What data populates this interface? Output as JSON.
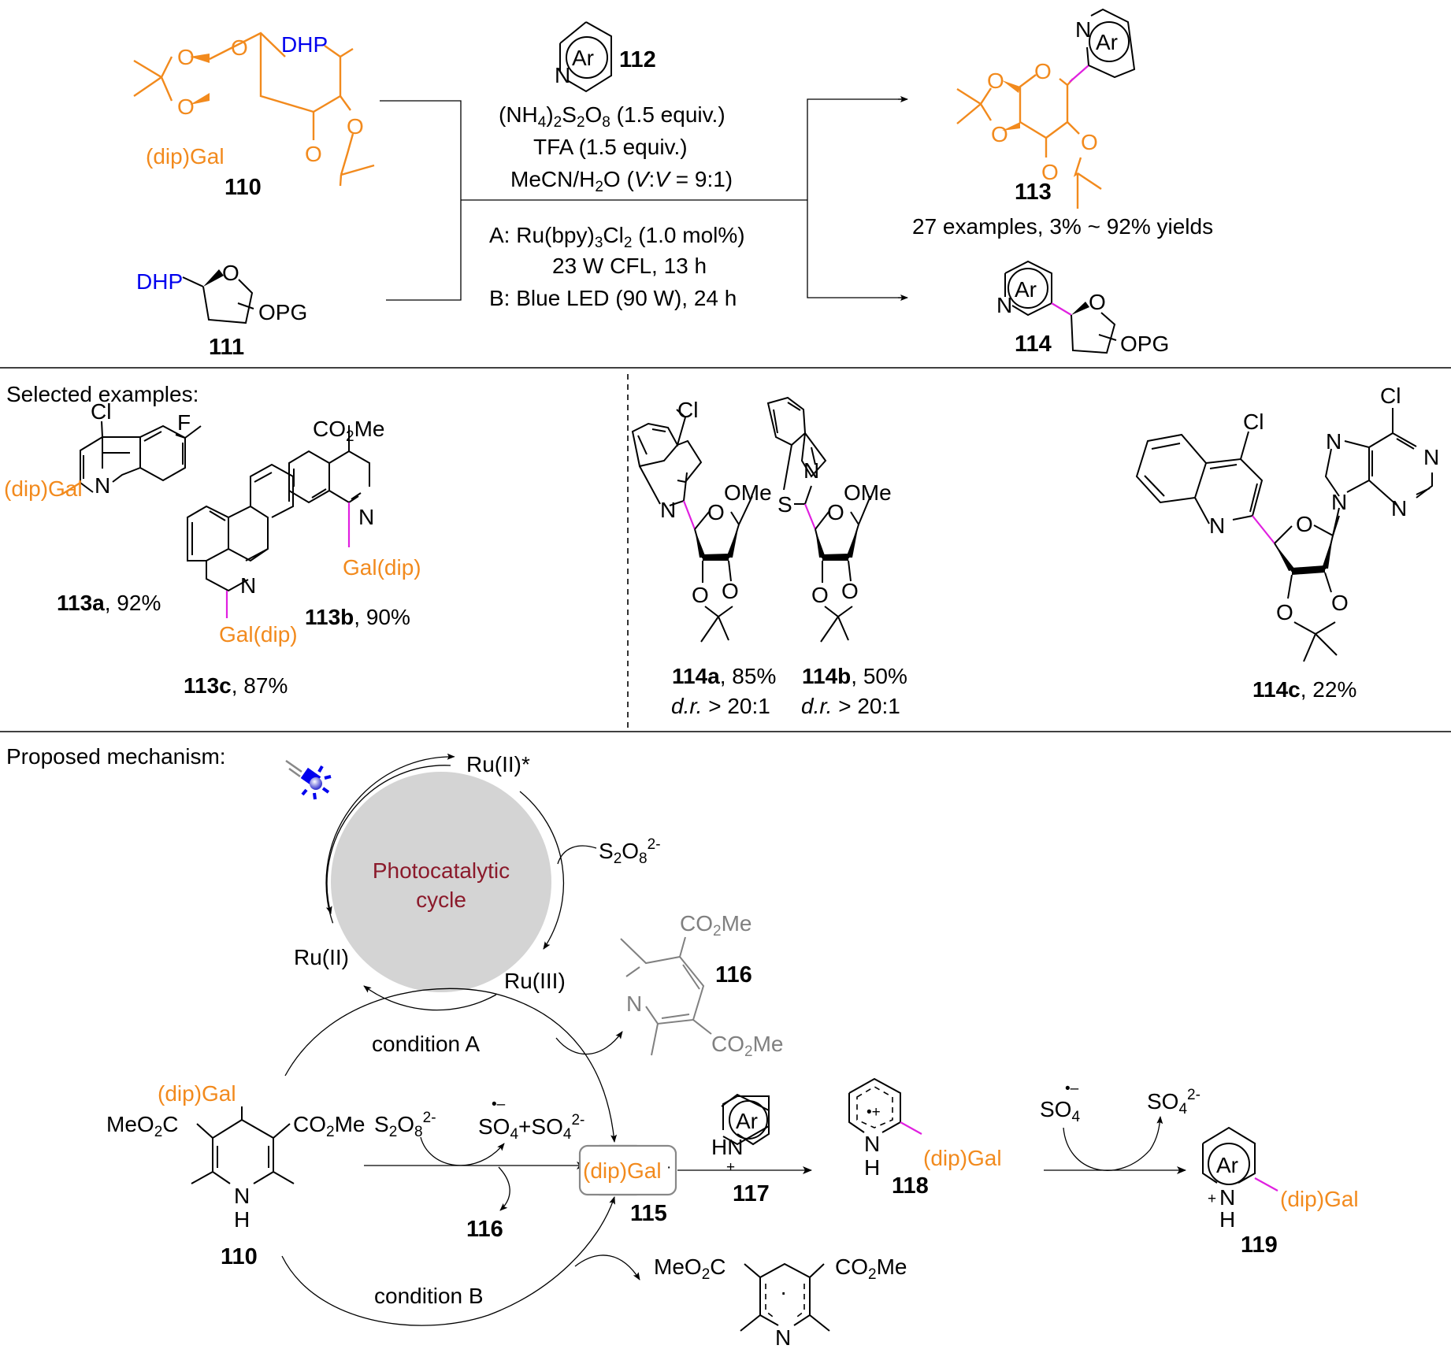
{
  "scheme": {
    "top": {
      "reactant_110": {
        "label": "110",
        "substituent": "DHP",
        "group": "(dip)Gal"
      },
      "reactant_111": {
        "label": "111",
        "substituent": "DHP",
        "group": "OPG"
      },
      "reagent_112": {
        "label": "112",
        "ring": "Ar",
        "atom": "N"
      },
      "conditions_upper": [
        {
          "main": "(NH",
          "s1": "4",
          "m2": ")",
          "s2": "2",
          "m3": "S",
          "s3": "2",
          "m4": "O",
          "s4": "8",
          "tail": " (1.5 equiv.)"
        },
        {
          "text": "TFA (1.5 equiv.)"
        },
        {
          "pre": "MeCN/H",
          "sub": "2",
          "mid": "O (",
          "ital1": "V",
          "colon": ":",
          "ital2": "V",
          "tail": " = 9:1)"
        }
      ],
      "conditions_lower": {
        "a_pre": "A: Ru(bpy)",
        "a_s1": "3",
        "a_mid": "Cl",
        "a_s2": "2",
        "a_tail": " (1.0 mol%)",
        "a_line2": "23 W CFL, 13 h",
        "b_line": "B: Blue LED (90 W), 24 h"
      },
      "product_113": {
        "label": "113",
        "ring": "Ar",
        "atom": "N",
        "summary": "27 examples, 3% ~ 92% yields"
      },
      "product_114": {
        "label": "114",
        "ring": "Ar",
        "atom": "N",
        "group": "OPG"
      }
    },
    "selected": {
      "heading": "Selected examples:",
      "items": [
        {
          "id": "113a",
          "yield": ", 92%",
          "groups": [
            "Cl",
            "F",
            "N",
            "(dip)Gal"
          ]
        },
        {
          "id": "113c",
          "yield": ", 87%",
          "groups": [
            "N",
            "Gal(dip)"
          ]
        },
        {
          "id": "113b",
          "yield": ", 90%",
          "groups": [
            "CO",
            "2",
            "Me",
            "N",
            "Gal(dip)"
          ]
        },
        {
          "id": "114a",
          "yield": ", 85%",
          "dr": "d.r.",
          "dr_val": " > 20:1",
          "groups": [
            "Cl",
            "N",
            "O",
            "OMe",
            "O",
            "O"
          ]
        },
        {
          "id": "114b",
          "yield": ", 50%",
          "dr": "d.r.",
          "dr_val": " > 20:1",
          "groups": [
            "N",
            "S",
            "O",
            "OMe",
            "O",
            "O"
          ]
        },
        {
          "id": "114c",
          "yield": ", 22%",
          "groups": [
            "Cl",
            "N",
            "O",
            "O",
            "O",
            "Cl",
            "N",
            "N",
            "N",
            "N"
          ]
        }
      ]
    },
    "mechanism": {
      "heading": "Proposed mechanism:",
      "cycle_label_1": "Photocatalytic",
      "cycle_label_2": "cycle",
      "ru_star": "Ru(II)*",
      "ru2": "Ru(II)",
      "ru3": "Ru(III)",
      "persulfate": {
        "a": "S",
        "b": "2",
        "c": "O",
        "d": "8",
        "e": "2-"
      },
      "condition_a": "condition A",
      "condition_b": "condition B",
      "cpd_110": {
        "label": "110",
        "group": "(dip)Gal",
        "left": "MeO",
        "left_sub": "2",
        "left_tail": "C",
        "right": "CO",
        "right_sub": "2",
        "right_tail": "Me",
        "n": "N",
        "h": "H"
      },
      "cpd_115": {
        "label": "115",
        "text": "(dip)Gal",
        "dot": "·"
      },
      "cpd_116": {
        "label": "116",
        "co": "CO",
        "sub": "2",
        "me": "Me",
        "n": "N"
      },
      "cpd_117": {
        "label": "117",
        "hn": "HN",
        "plus": "+",
        "ring": "Ar"
      },
      "cpd_118": {
        "label": "118",
        "n": "N",
        "h": "H",
        "group": "(dip)Gal",
        "radical": "•+"
      },
      "cpd_119": {
        "label": "119",
        "n": "N",
        "h": "H",
        "plus": "+",
        "ring": "Ar",
        "group": "(dip)Gal"
      },
      "so4_radical": "SO",
      "so4_sub": "4",
      "so4_rad": "•–",
      "so4_dianion_charge": "2-",
      "plus": "+",
      "byproduct_b": {
        "left": "MeO",
        "left_sub": "2",
        "left_tail": "C",
        "right": "CO",
        "right_sub": "2",
        "right_tail": "Me",
        "n": "N",
        "dot": "·"
      },
      "light_icon": "blue-led-icon"
    },
    "colors": {
      "sugar": "#f28a1d",
      "dhp": "#0000ee",
      "new_bond": "#e020e0",
      "cycle_fill": "#d4d4d4",
      "cycle_text": "#8b1a2b",
      "byproduct": "#808080"
    }
  }
}
